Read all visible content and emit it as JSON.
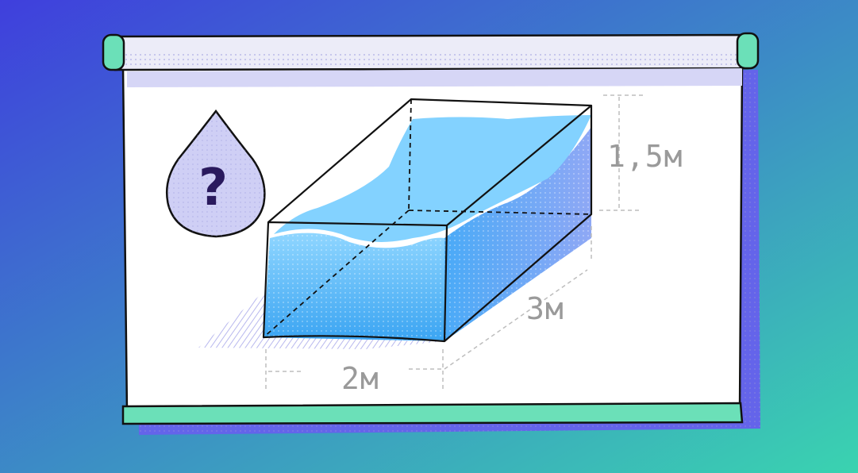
{
  "labels": {
    "height": "1,5м",
    "length": "3м",
    "width": "2м",
    "question": "?"
  },
  "icons": {
    "drop": "water-drop-icon"
  },
  "colors": {
    "bg_start": "#3f3fdd",
    "bg_end": "#3ad3b0",
    "board": "#ffffff",
    "roller": "#6be0b8",
    "shadow": "#6666ee",
    "water_light": "#7fd0ff",
    "water_deep": "#3aaaf5",
    "drop_fill": "#cfcff5",
    "outline": "#111111",
    "dim_text": "#9a9a9a"
  },
  "diagram": {
    "dimensions": {
      "length_m": 3,
      "width_m": 2,
      "height_m": 1.5
    }
  }
}
